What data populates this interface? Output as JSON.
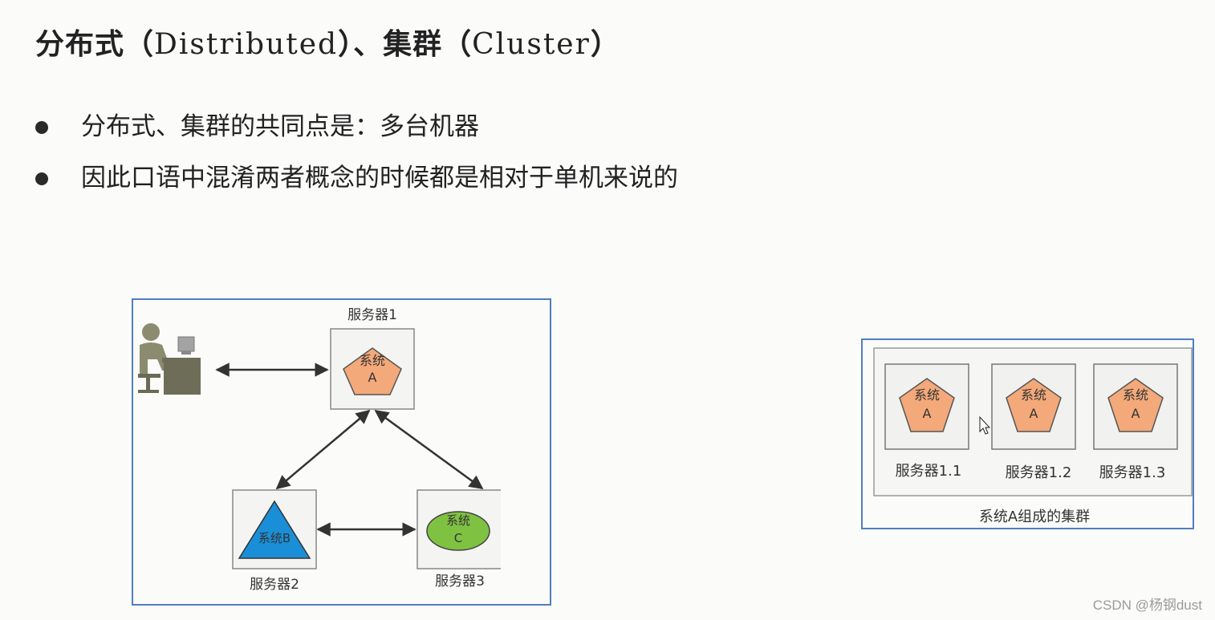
{
  "title": {
    "part1": "分布式（",
    "part2": "Distributed",
    "part3": "）、集群（",
    "part4": "Cluster",
    "part5": "）"
  },
  "bullets": [
    "分布式、集群的共同点是：多台机器",
    "因此口语中混淆两者概念的时候都是相对于单机来说的"
  ],
  "distributed_diagram": {
    "server1_label": "服务器1",
    "server2_label": "服务器2",
    "server3_label": "服务器3",
    "system_a_line1": "系统",
    "system_a_line2": "A",
    "system_b_label": "系统B",
    "system_c_line1": "系统",
    "system_c_line2": "C"
  },
  "cluster_diagram": {
    "node_line1": "系统",
    "node_line2": "A",
    "server_labels": [
      "服务器1.1",
      "服务器1.2",
      "服务器1.3"
    ],
    "caption": "系统A组成的集群"
  },
  "watermark": "CSDN @杨钢dust",
  "colors": {
    "pentagon_fill": "#f3a97a",
    "triangle_fill": "#1a8fd8",
    "ellipse_fill": "#7fc242",
    "frame_border": "#4f7fbf"
  }
}
